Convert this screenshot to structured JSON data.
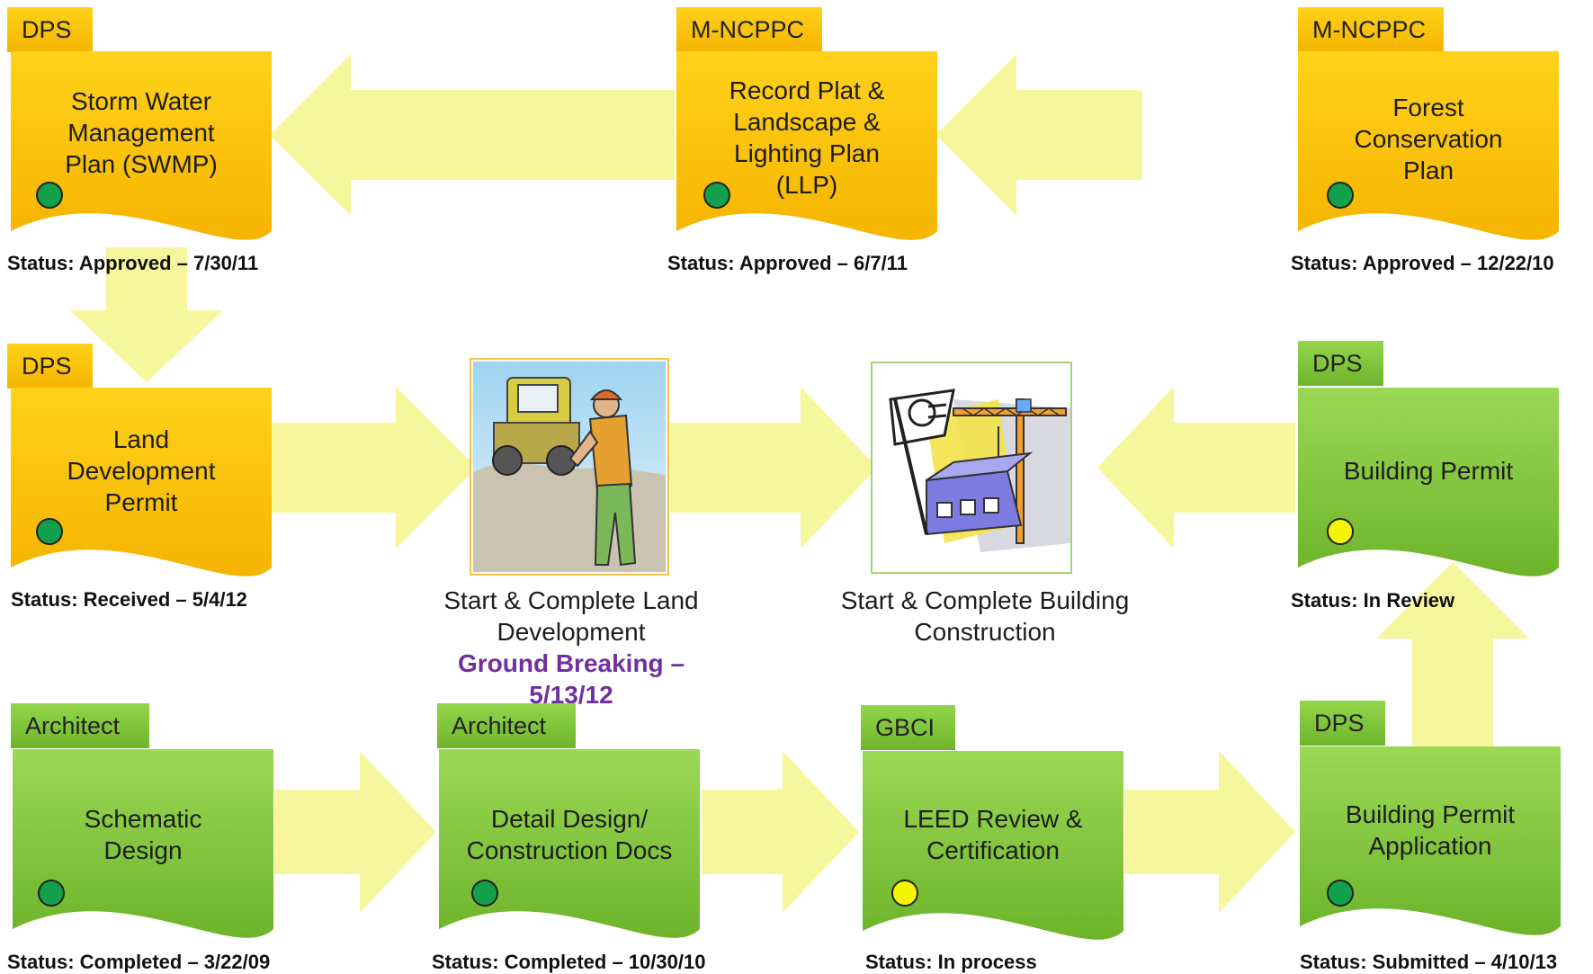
{
  "colors": {
    "orange_top": "#ffd21a",
    "orange_bottom": "#f5b400",
    "green_top": "#9bd855",
    "green_bottom": "#6db42a",
    "arrow": "#f6f79c",
    "dot_green": "#12a04a",
    "dot_yellow": "#f5f500",
    "highlight_text": "#7030a0"
  },
  "steps": {
    "swmp": {
      "org": "DPS",
      "title": "Storm Water\nManagement\nPlan (SWMP)",
      "status": "Status: Approved – 7/30/11",
      "dot": "green"
    },
    "record_plat": {
      "org": "M-NCPPC",
      "title": "Record Plat &\nLandscape &\nLighting Plan\n(LLP)",
      "status": "Status: Approved – 6/7/11",
      "dot": "green"
    },
    "forest": {
      "org": "M-NCPPC",
      "title": "Forest\nConservation\nPlan",
      "status": "Status: Approved – 12/22/10",
      "dot": "green"
    },
    "land_dev": {
      "org": "DPS",
      "title": "Land\nDevelopment\nPermit",
      "status": "Status: Received – 5/4/12",
      "dot": "green"
    },
    "building_permit": {
      "org": "DPS",
      "title": "Building Permit",
      "status": "Status: In Review",
      "dot": "yellow"
    },
    "schematic": {
      "org": "Architect",
      "title": "Schematic\nDesign",
      "status": "Status: Completed – 3/22/09",
      "dot": "green"
    },
    "detail_design": {
      "org": "Architect",
      "title": "Detail Design/\nConstruction Docs",
      "status": "Status: Completed – 10/30/10",
      "dot": "green"
    },
    "leed": {
      "org": "GBCI",
      "title": "LEED Review &\nCertification",
      "status": "Status: In process",
      "dot": "yellow"
    },
    "bp_application": {
      "org": "DPS",
      "title": "Building Permit\nApplication",
      "status": "Status: Submitted – 4/10/13",
      "dot": "green"
    }
  },
  "activities": {
    "land_development": {
      "caption": "Start & Complete Land\nDevelopment",
      "highlight": "Ground Breaking – 5/13/12",
      "image": "bulldozer-worker-clipart"
    },
    "building_construction": {
      "caption": "Start & Complete Building\nConstruction",
      "image": "crane-construction-clipart"
    }
  }
}
